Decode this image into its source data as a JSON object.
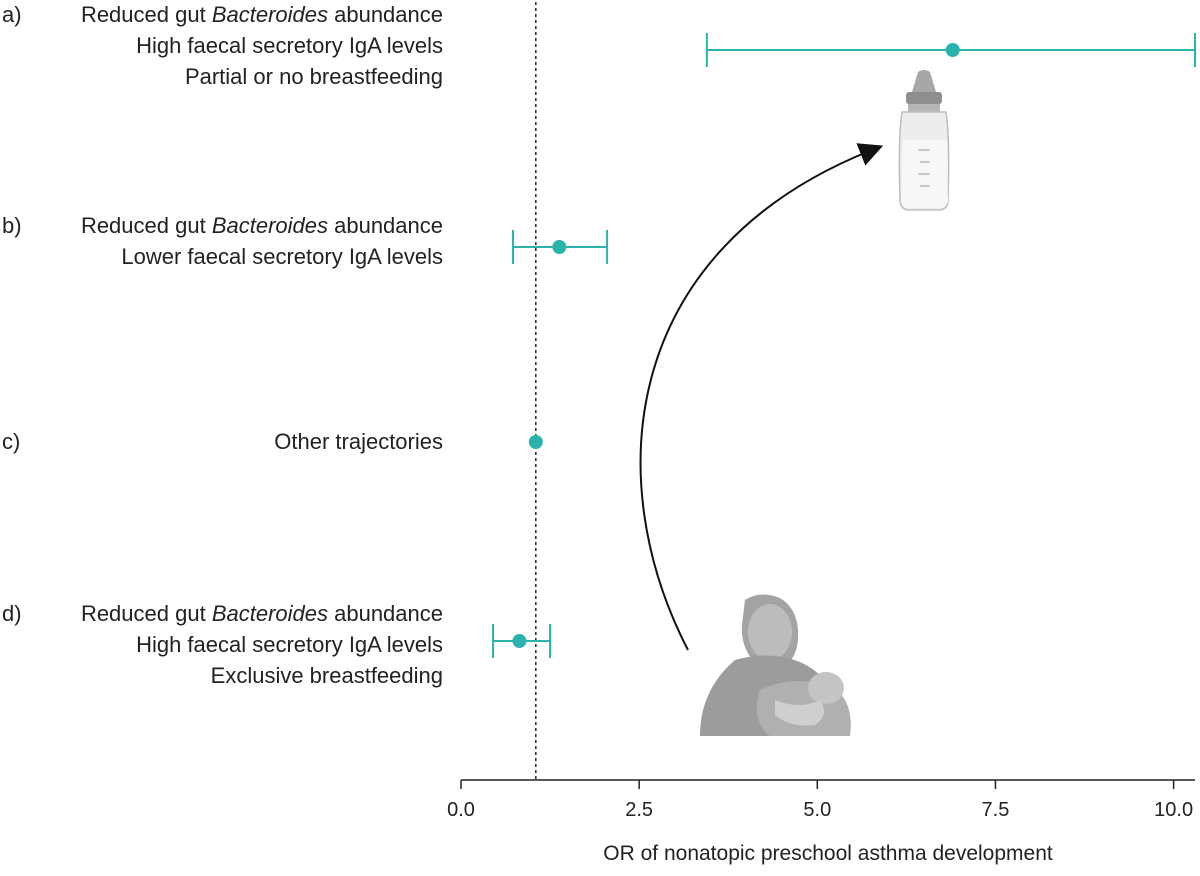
{
  "chart_data": {
    "type": "forest",
    "x_axis": {
      "label": "OR of nonatopic preschool asthma development",
      "range": [
        0,
        10.3
      ],
      "ticks": [
        0,
        2.5,
        5,
        7.5,
        10
      ],
      "tick_labels": [
        "0.0",
        "2.5",
        "5.0",
        "7.5",
        "10.0"
      ],
      "reference_line": 1.05
    },
    "rows": [
      {
        "letter": "a)",
        "lines": [
          {
            "pre": "Reduced gut ",
            "italic": "Bacteroides",
            "post": " abundance"
          },
          {
            "pre": "High faecal secretory IgA levels",
            "italic": "",
            "post": ""
          },
          {
            "pre": "Partial or no breastfeeding",
            "italic": "",
            "post": ""
          }
        ],
        "or": 6.9,
        "ci_low": 3.45,
        "ci_high": 10.3
      },
      {
        "letter": "b)",
        "lines": [
          {
            "pre": "Reduced gut ",
            "italic": "Bacteroides",
            "post": " abundance"
          },
          {
            "pre": "Lower faecal secretory IgA levels",
            "italic": "",
            "post": ""
          }
        ],
        "or": 1.38,
        "ci_low": 0.73,
        "ci_high": 2.05
      },
      {
        "letter": "c)",
        "lines": [
          {
            "pre": "Other trajectories",
            "italic": "",
            "post": ""
          }
        ],
        "or": 1.05,
        "ci_low": null,
        "ci_high": null
      },
      {
        "letter": "d)",
        "lines": [
          {
            "pre": "Reduced gut ",
            "italic": "Bacteroides",
            "post": " abundance"
          },
          {
            "pre": "High faecal secretory IgA levels",
            "italic": "",
            "post": ""
          },
          {
            "pre": "Exclusive breastfeeding",
            "italic": "",
            "post": ""
          }
        ],
        "or": 0.82,
        "ci_low": 0.45,
        "ci_high": 1.25
      }
    ],
    "colors": {
      "marker": "#2ab3ad",
      "axis": "#222222",
      "reference_line": "#222222",
      "arrow": "#111111",
      "illustration": "#9a9a9a"
    },
    "illustrations": [
      "baby-bottle",
      "breastfeeding-mother"
    ]
  }
}
